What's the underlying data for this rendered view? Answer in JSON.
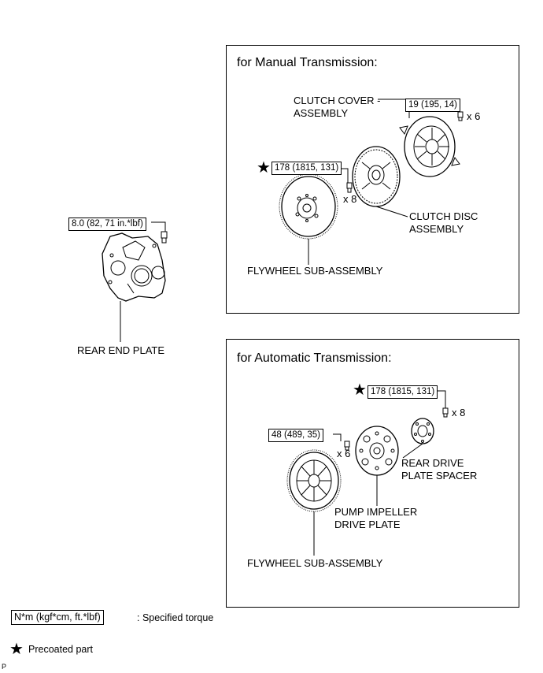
{
  "manual": {
    "title": "for Manual Transmission:",
    "clutch_cover": "CLUTCH COVER -\nASSEMBLY",
    "clutch_cover_torque": "19 (195, 14)",
    "clutch_cover_qty": "x 6",
    "flywheel_torque": "178 (1815, 131)",
    "flywheel_qty": "x 8",
    "clutch_disc": "CLUTCH DISC\nASSEMBLY",
    "flywheel": "FLYWHEEL SUB-ASSEMBLY"
  },
  "automatic": {
    "title": "for Automatic Transmission:",
    "spacer_torque": "178 (1815, 131)",
    "spacer_qty": "x 8",
    "rear_spacer": "REAR DRIVE\nPLATE SPACER",
    "drive_plate_torque": "48 (489, 35)",
    "drive_plate_qty": "x 6",
    "pump_impeller": "PUMP IMPELLER\nDRIVE PLATE",
    "flywheel": "FLYWHEEL SUB-ASSEMBLY"
  },
  "rear_plate": {
    "torque": "8.0 (82, 71 in.*lbf)",
    "label": "REAR END PLATE"
  },
  "legend": {
    "torque_box": "N*m (kgf*cm, ft.*lbf)",
    "torque_desc": ": Specified torque",
    "star_desc": "Precoated part"
  },
  "corner_mark": "P",
  "star_glyph": "★"
}
